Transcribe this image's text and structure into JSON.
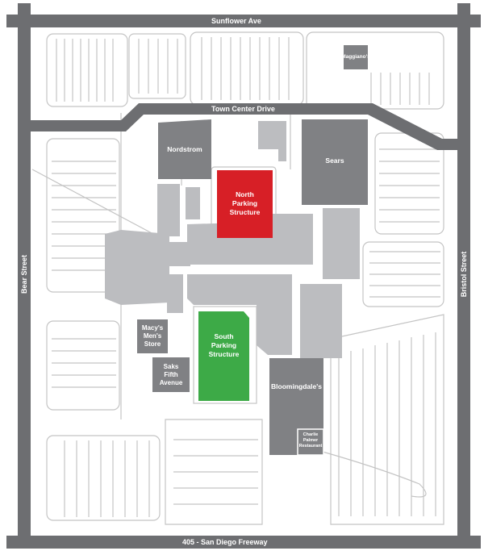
{
  "map": {
    "roads": {
      "north": "Sunflower Ave",
      "middle": "Town Center Drive",
      "south": "405 - San Diego Freeway",
      "west": "Bear Street",
      "east": "Bristol Street"
    },
    "stores": {
      "maggianos": "Maggiano's",
      "nordstrom": "Nordstrom",
      "sears": "Sears",
      "macys_line1": "Macy's",
      "macys_line2": "Men's",
      "macys_line3": "Store",
      "saks_line1": "Saks",
      "saks_line2": "Fifth",
      "saks_line3": "Avenue",
      "bloomingdales": "Bloomingdale's",
      "charlie_line1": "Charlie",
      "charlie_line2": "Palmer",
      "charlie_line3": "Restaurant"
    },
    "parking": {
      "north_line1": "North",
      "north_line2": "Parking",
      "north_line3": "Structure",
      "south_line1": "South",
      "south_line2": "Parking",
      "south_line3": "Structure"
    },
    "colors": {
      "road": "#6d6e71",
      "building_dark": "#808184",
      "building_light": "#bcbdc0",
      "north_parking": "#d71f26",
      "south_parking": "#3daa47",
      "outline": "#bfbfbf"
    }
  }
}
